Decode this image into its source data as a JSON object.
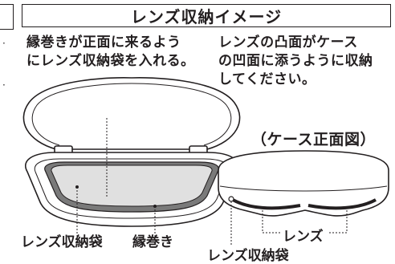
{
  "title": "レンズ収納イメージ",
  "note_left": [
    "縁巻きが正面に来るよう",
    "にレンズ収納袋を入れる。"
  ],
  "note_right": [
    "レンズの凸面がケース",
    "の凹面に添うように収納",
    "してください。"
  ],
  "caption": "（ケース正面図）",
  "labels": {
    "bag_left": "レンズ収納袋",
    "edge_binding": "縁巻き",
    "bag_right": "レンズ収納袋",
    "lens": "レンズ"
  },
  "colors": {
    "ink": "#231f20",
    "bag_gray": "#e0e0e0",
    "edge_dark": "#7a7a7a"
  }
}
